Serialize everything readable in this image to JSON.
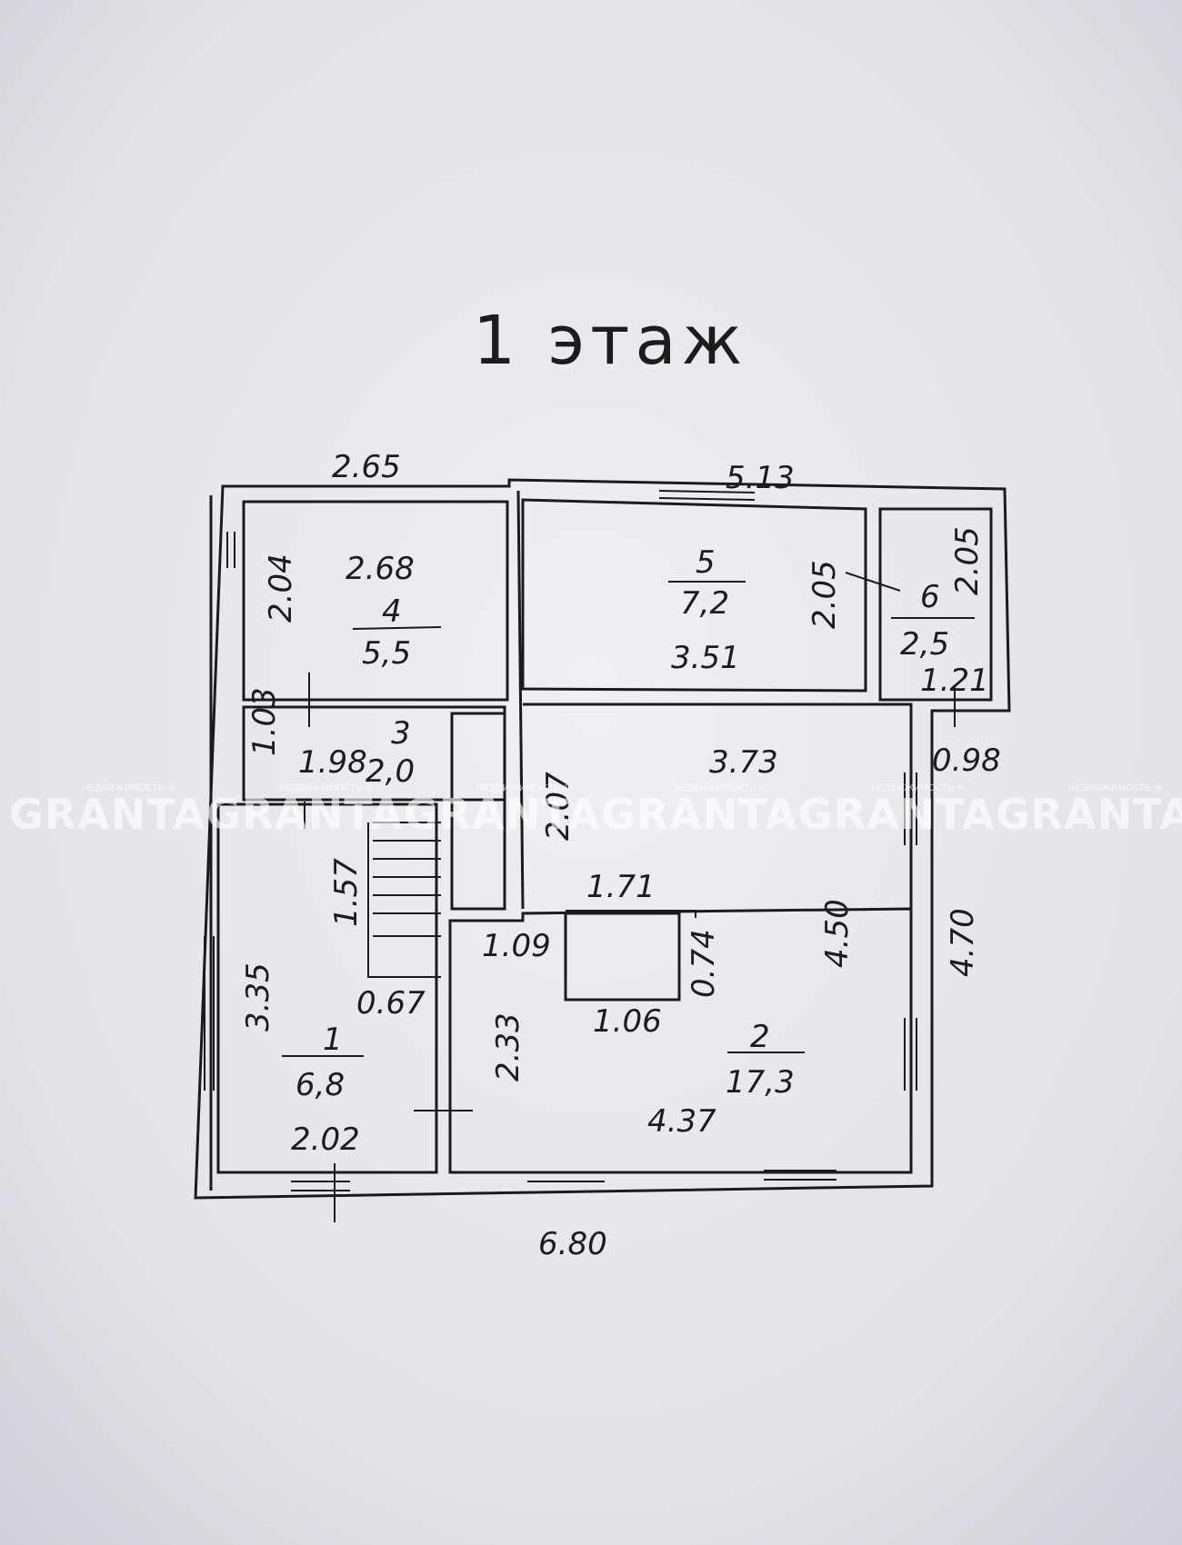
{
  "title": "1 этаж",
  "rooms": [
    {
      "number": "1",
      "area": "6,8"
    },
    {
      "number": "2",
      "area": "17,3"
    },
    {
      "number": "3",
      "area": "2,0"
    },
    {
      "number": "4",
      "area": "5,5"
    },
    {
      "number": "5",
      "area": "7,2"
    },
    {
      "number": "6",
      "area": "2,5"
    }
  ],
  "dimensions": {
    "top_left": "2.65",
    "top_right": "5.13",
    "bottom": "6.80",
    "right_outer": "4.70",
    "r4_width": "2.68",
    "r4_height": "2.04",
    "r5_width": "3.51",
    "r5_height": "2.05",
    "r6_height": "2.05",
    "r6_width": "1.21",
    "r6_ext": "0.98",
    "r3_height": "1.03",
    "r3_width": "1.98",
    "corridor_width": "3.73",
    "corridor_height": "2.07",
    "r2_height": "4.50",
    "stair_height": "1.57",
    "stair_width": "0.67",
    "r1_height": "3.35",
    "r1_width": "2.02",
    "stove_top": "1.71",
    "stove_left": "1.09",
    "stove_depth": "0.74",
    "stove_bottom": "1.06",
    "r2_left_height": "2.33",
    "r2_width": "4.37"
  },
  "watermark": {
    "brand": "GRANTA",
    "subtitle": "НЕДВИЖИМОСТЬ ®",
    "repeats": [
      "1",
      "2",
      "3",
      "4",
      "5",
      "6"
    ]
  }
}
